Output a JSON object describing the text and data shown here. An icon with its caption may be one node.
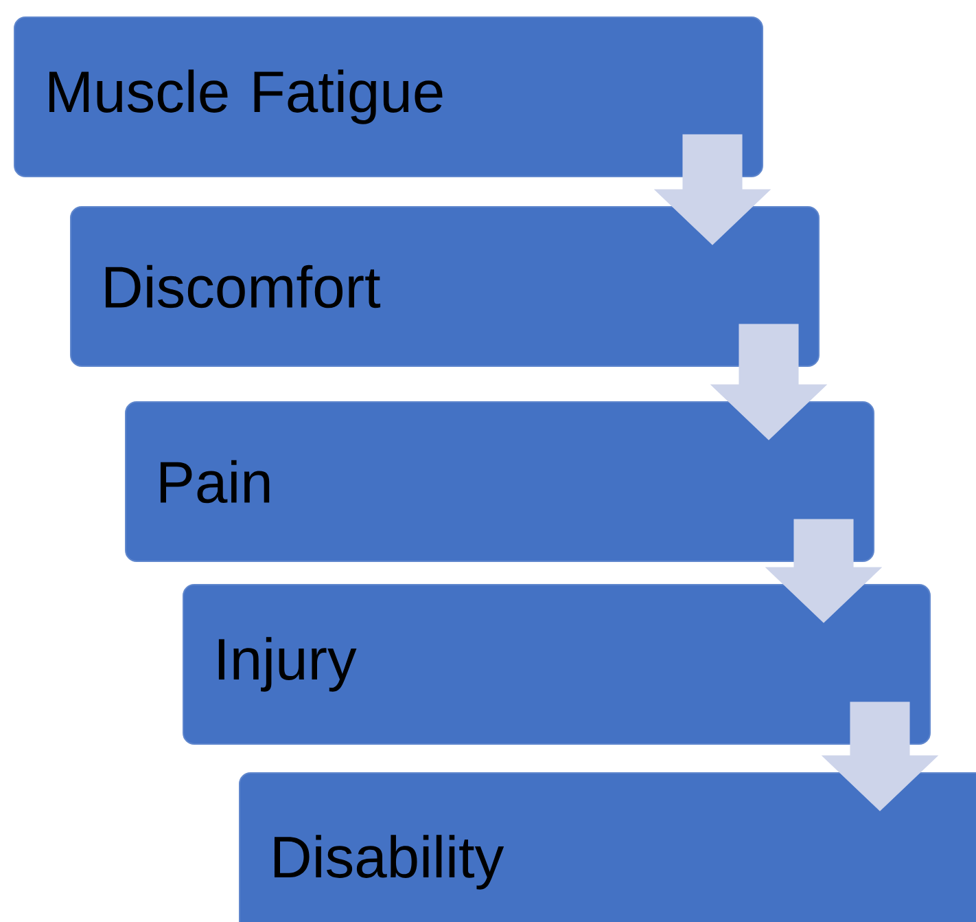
{
  "diagram": {
    "nodes": [
      {
        "text": [
          "Muscle Fatigue"
        ]
      },
      {
        "text": [
          "Discomfort"
        ]
      },
      {
        "text": [
          "Pain"
        ]
      },
      {
        "text": [
          "Injury"
        ]
      },
      {
        "text": [
          "Disability"
        ]
      }
    ],
    "edges": [
      {
        "from": 0,
        "to": 1,
        "arrow": "to"
      },
      {
        "from": 1,
        "to": 2,
        "arrow": "to"
      },
      {
        "from": 2,
        "to": 3,
        "arrow": "to"
      },
      {
        "from": 3,
        "to": 4,
        "arrow": "to"
      }
    ]
  }
}
